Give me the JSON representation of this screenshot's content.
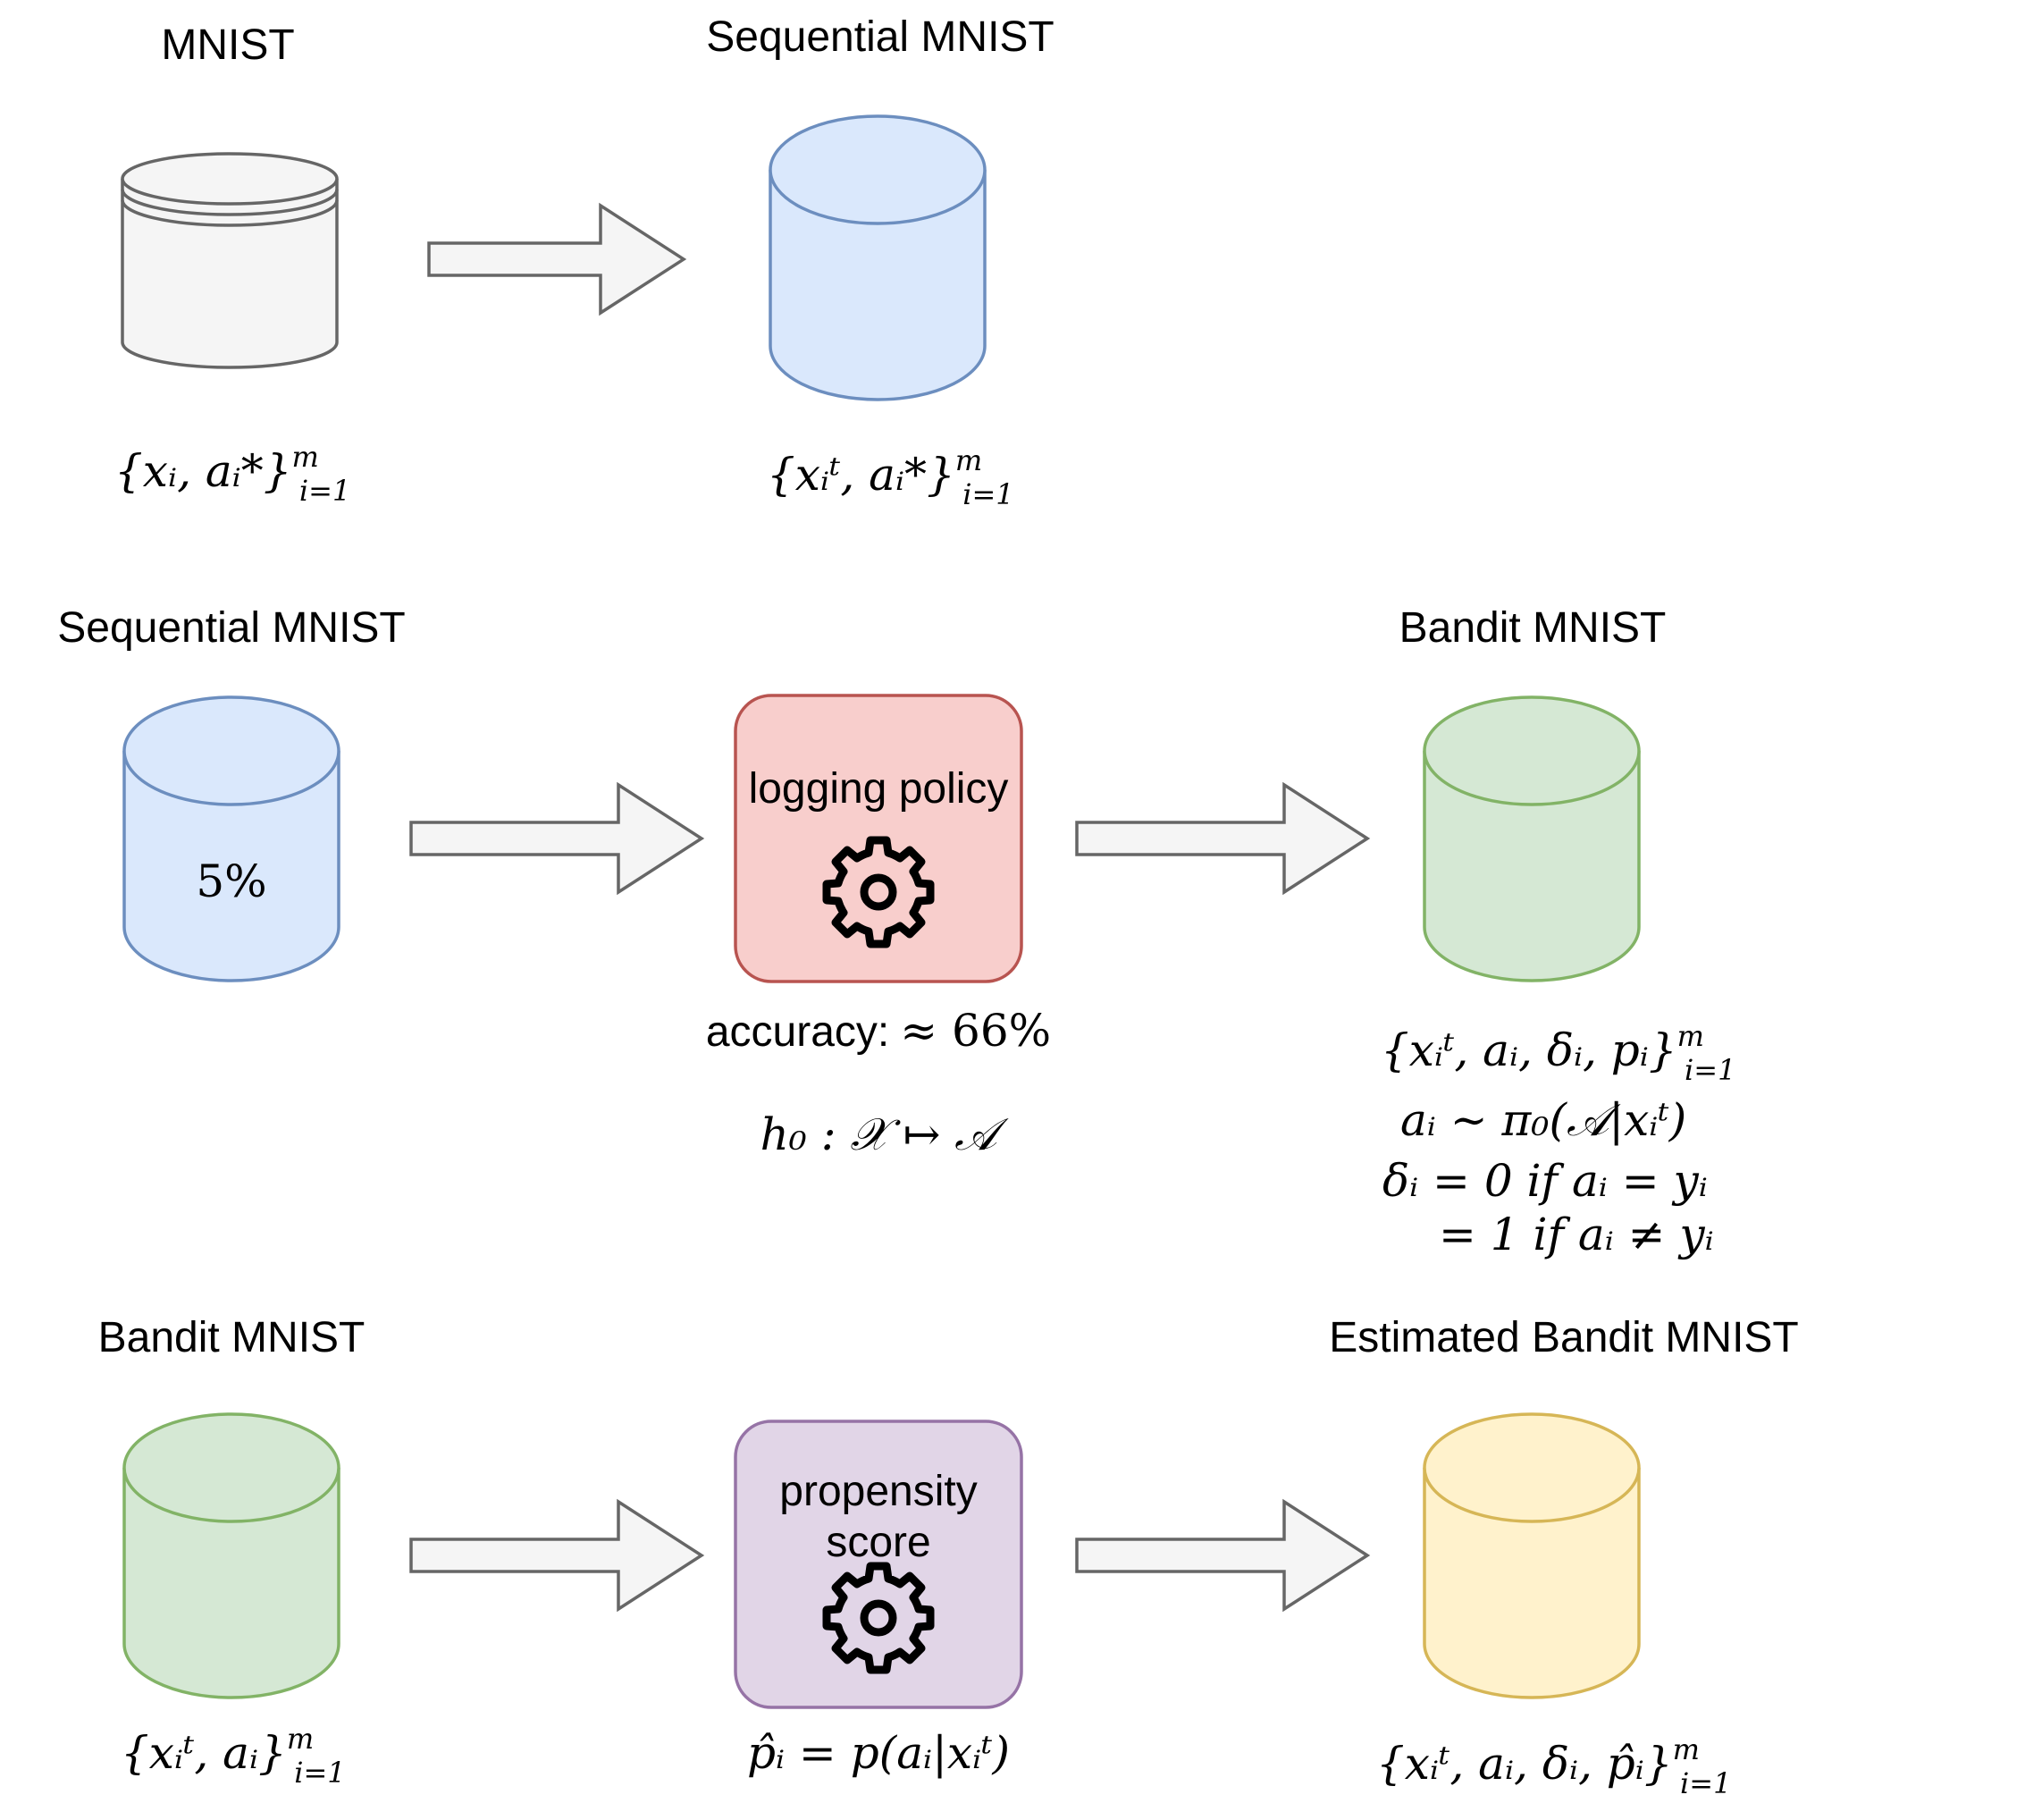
{
  "colors": {
    "gray_fill": "#f5f5f5",
    "gray_stroke": "#666666",
    "blue_fill": "#dae8fc",
    "blue_stroke": "#6c8ebf",
    "green_fill": "#d5e8d4",
    "green_stroke": "#82b366",
    "yellow_fill": "#fff2cc",
    "yellow_stroke": "#d6b656",
    "red_fill": "#f8cecc",
    "red_stroke": "#b85450",
    "purple_fill": "#e1d5e7",
    "purple_stroke": "#9673a6"
  },
  "row1": {
    "source_title": "MNIST",
    "source_formula": "{xᵢ, aᵢ*}",
    "source_formula_sup": "m",
    "source_formula_sub": "i=1",
    "target_title": "Sequential MNIST",
    "target_formula": "{xᵢᵗ, aᵢ*}",
    "target_formula_sup": "m",
    "target_formula_sub": "i=1"
  },
  "row2": {
    "source_title": "Sequential MNIST",
    "source_cylinder_text": "5%",
    "process_label": "logging policy",
    "process_icon": "gear-icon",
    "accuracy_label": "accuracy:",
    "accuracy_value": "≈ 66%",
    "hypothesis": "h₀ : 𝒳 ↦ 𝒜",
    "target_title": "Bandit MNIST",
    "target_formula": "{xᵢᵗ, aᵢ, δᵢ, pᵢ}",
    "target_formula_sup": "m",
    "target_formula_sub": "i=1",
    "sampling_line": "aᵢ ∼ π₀(𝒜|xᵢᵗ)",
    "loss_line_1": "δᵢ = 0 if aᵢ = yᵢ",
    "loss_line_2": "= 1 if aᵢ ≠ yᵢ"
  },
  "row3": {
    "source_title": "Bandit MNIST",
    "source_formula": "{xᵢᵗ, aᵢ}",
    "source_formula_sup": "m",
    "source_formula_sub": "i=1",
    "process_label_line1": "propensity",
    "process_label_line2": "score",
    "process_icon": "gear-icon",
    "propensity_formula": "p̂ᵢ = p(aᵢ|xᵢᵗ)",
    "target_title": "Estimated Bandit MNIST",
    "target_formula": "{xᵢᵗ, aᵢ, δᵢ, p̂ᵢ}",
    "target_formula_sup": "m",
    "target_formula_sub": "i=1"
  }
}
